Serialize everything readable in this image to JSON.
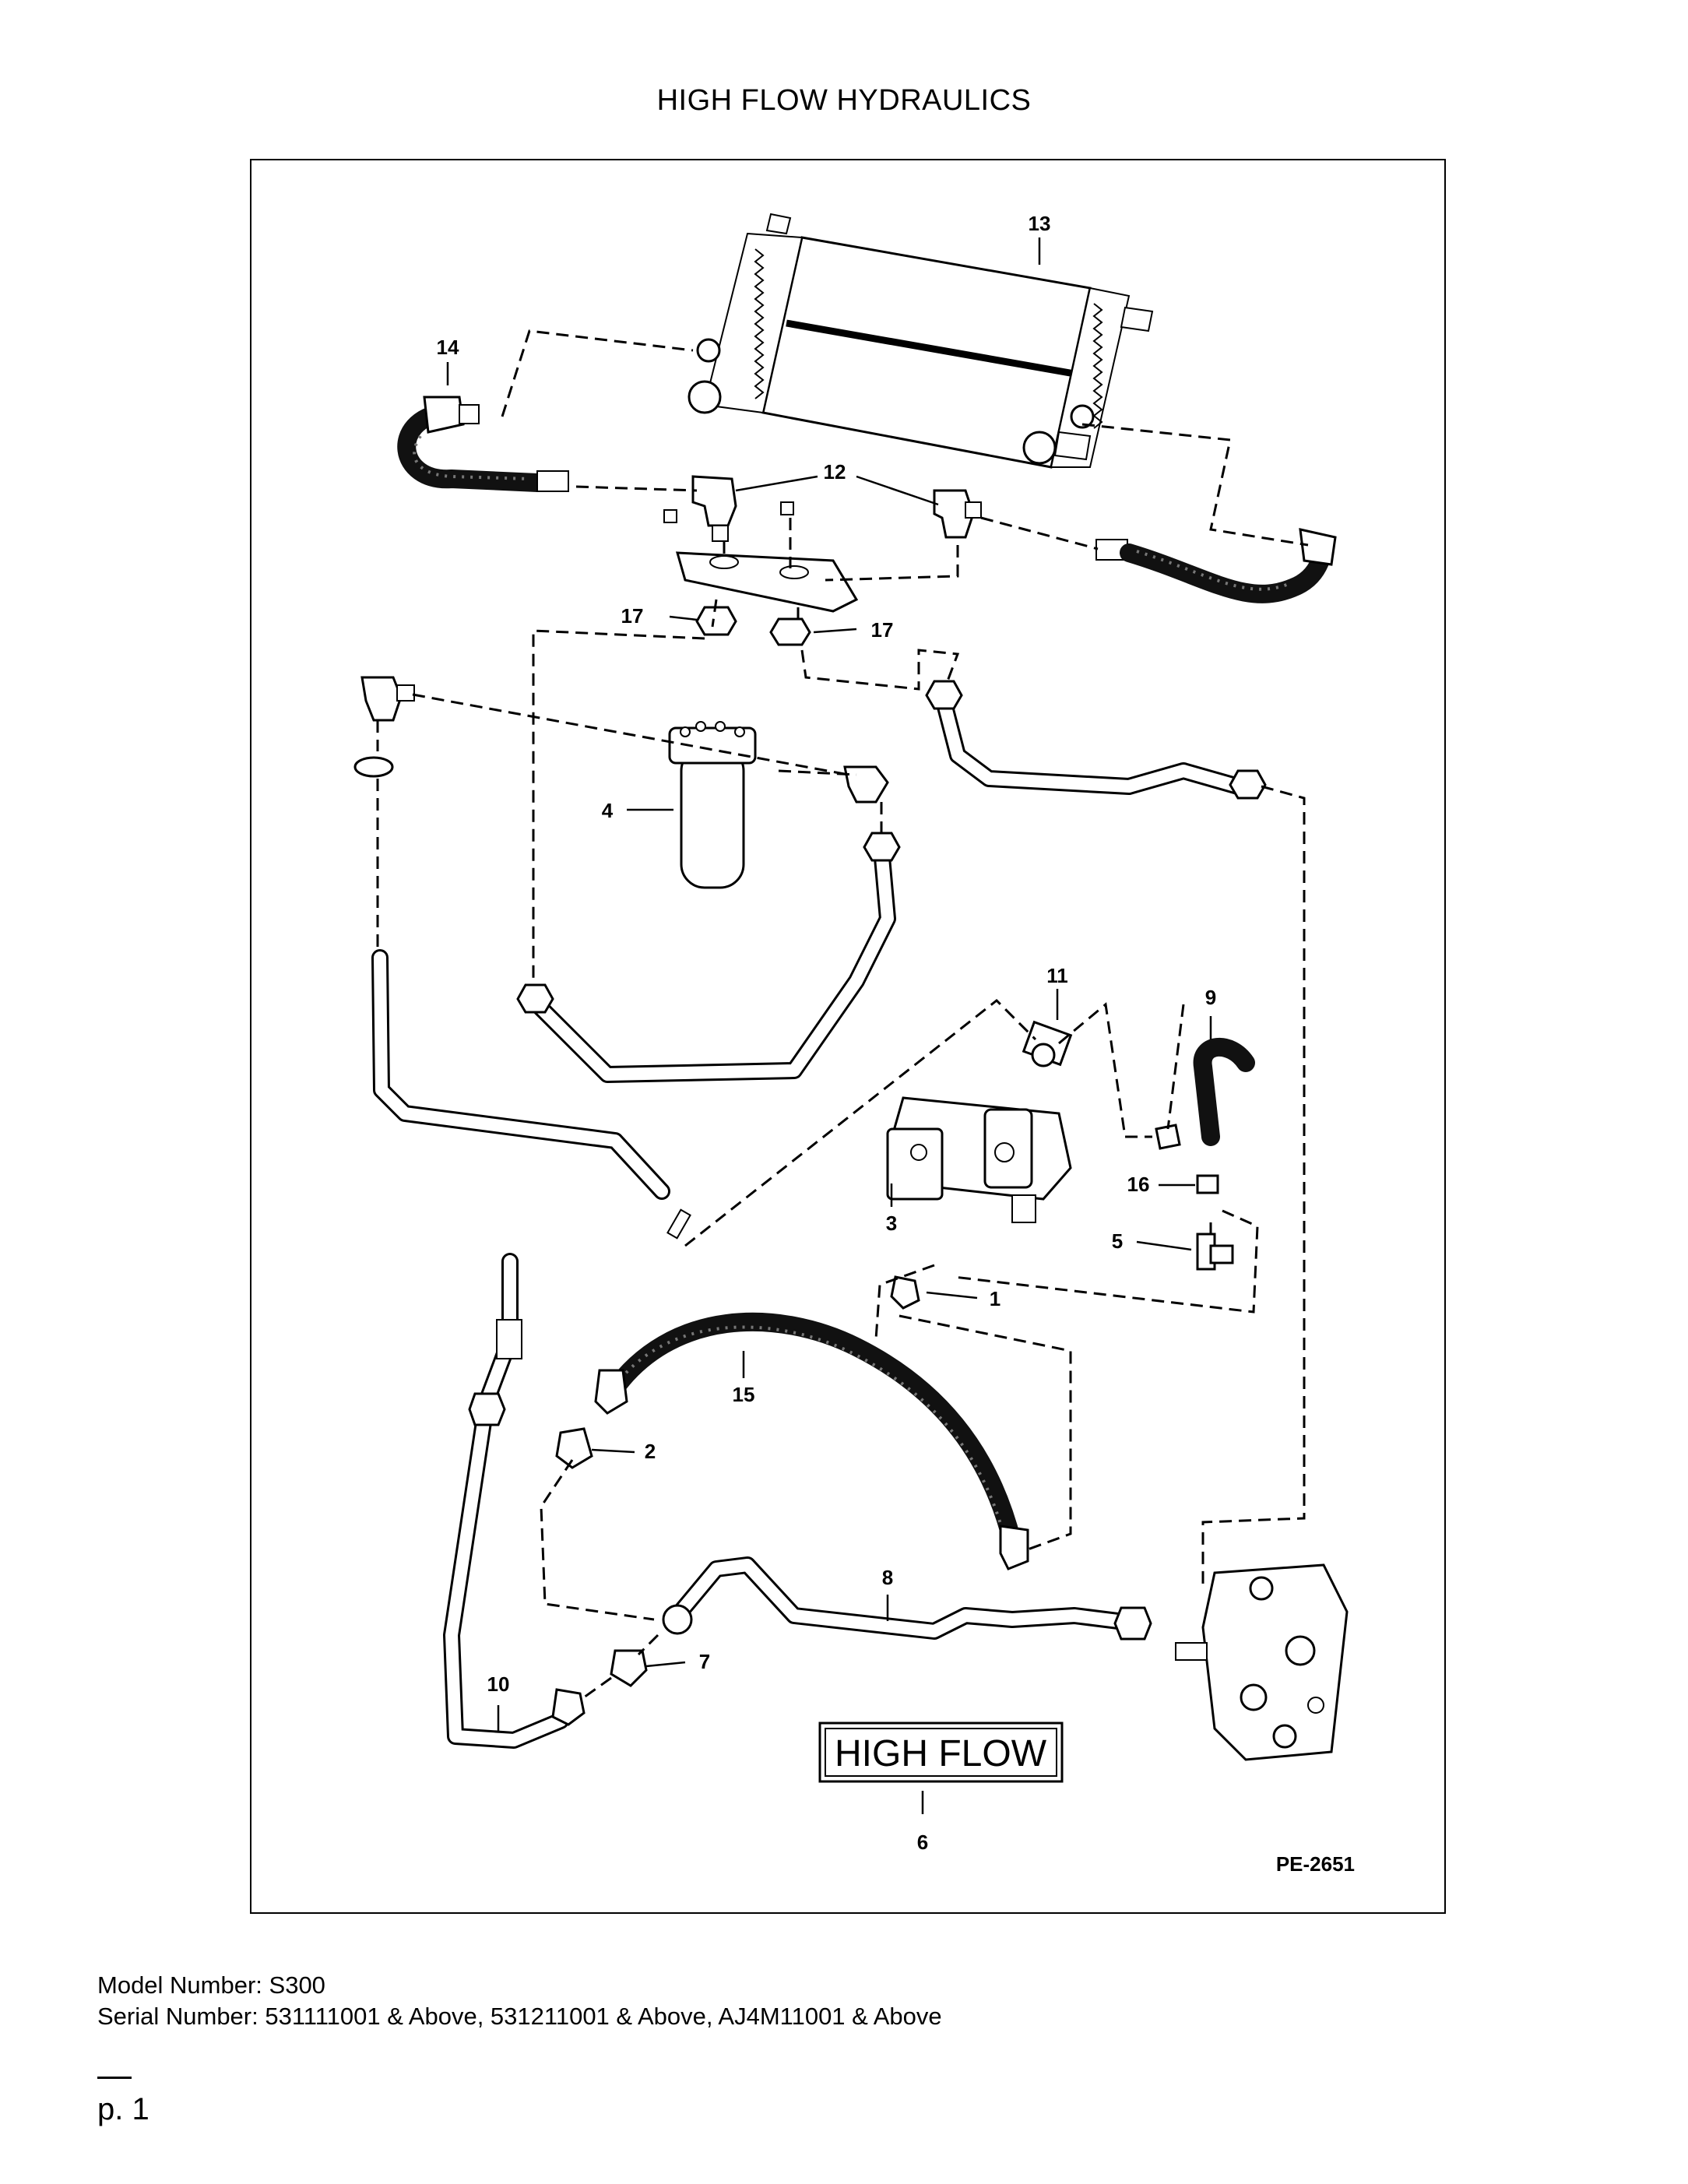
{
  "page": {
    "title": "HIGH FLOW HYDRAULICS",
    "model_number": "Model Number: S300",
    "serial_number": "Serial Number: 531111001 & Above, 531211001 & Above, AJ4M11001 & Above",
    "page_number": "p. 1"
  },
  "diagram": {
    "drawing_number": "PE-2651",
    "decal_text": "HIGH FLOW",
    "callouts": {
      "c1": "1",
      "c2": "2",
      "c3": "3",
      "c4": "4",
      "c5": "5",
      "c6": "6",
      "c7": "7",
      "c8": "8",
      "c9": "9",
      "c10": "10",
      "c11": "11",
      "c12": "12",
      "c13": "13",
      "c14": "14",
      "c15": "15",
      "c16": "16",
      "c17a": "17",
      "c17b": "17"
    }
  }
}
